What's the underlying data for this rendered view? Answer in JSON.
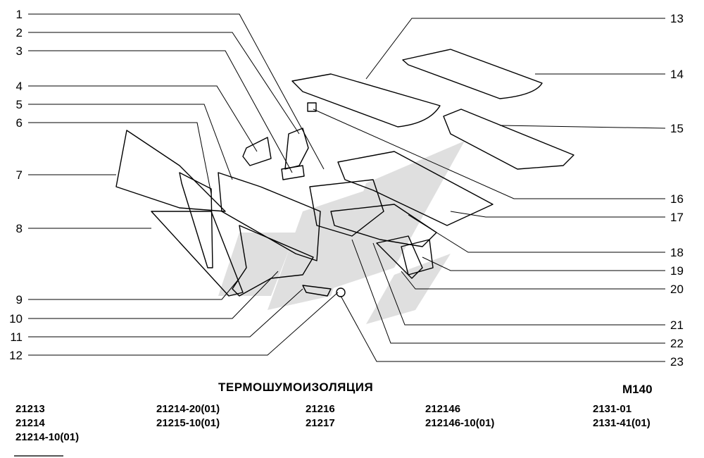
{
  "title": "ТЕРМОШУМОИЗОЛЯЦИЯ",
  "code": "М140",
  "models": [
    [
      "21213",
      "21214",
      "21214-10(01)"
    ],
    [
      "21214-20(01)",
      "21215-10(01)"
    ],
    [
      "21216",
      "21217"
    ],
    [
      "212146",
      "212146-10(01)"
    ],
    [
      "2131-01",
      "2131-41(01)"
    ]
  ],
  "callouts_left": [
    "1",
    "2",
    "3",
    "4",
    "5",
    "6",
    "7",
    "8",
    "9",
    "10",
    "11",
    "12"
  ],
  "callouts_right": [
    "13",
    "14",
    "15",
    "16",
    "17",
    "18",
    "19",
    "20",
    "21",
    "22",
    "23"
  ],
  "colors": {
    "line": "#000000",
    "watermark": "#d9d9d9"
  }
}
